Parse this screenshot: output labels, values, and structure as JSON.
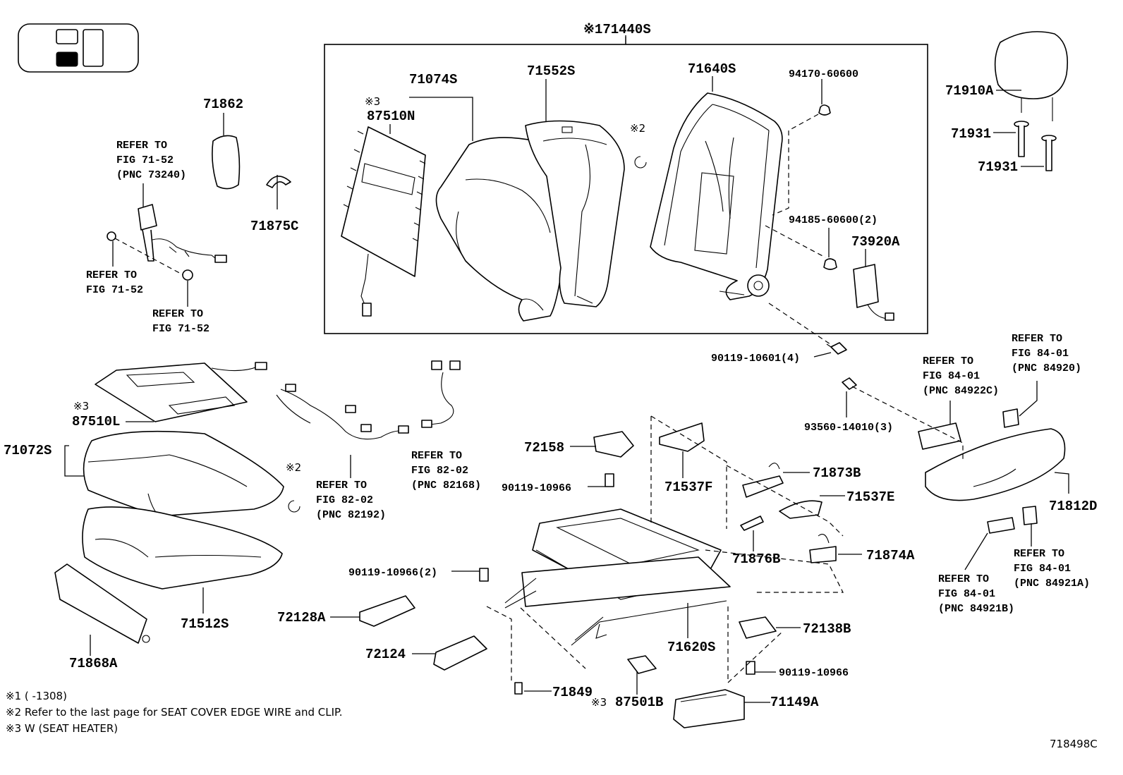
{
  "diagram": {
    "figure_code": "718498C",
    "assembly_label": "※171440S",
    "labels": {
      "p71074S": "71074S",
      "p71552S": "71552S",
      "p71640S": "71640S",
      "p94170": "94170-60600",
      "p87510N_mark": "※3",
      "p87510N": "87510N",
      "clip_mark_back": "※2",
      "p94185": "94185-60600(2)",
      "p73920A": "73920A",
      "p90119_10601": "90119-10601(4)",
      "p71862": "71862",
      "ref_belt_1": "REFER TO",
      "ref_belt_2": "FIG 71-52",
      "ref_belt_3": "(PNC 73240)",
      "p71875C": "71875C",
      "ref_a1": "REFER TO",
      "ref_a2": "FIG 71-52",
      "ref_b1": "REFER TO",
      "ref_b2": "FIG 71-52",
      "p71910A": "71910A",
      "p71931_a": "71931",
      "p71931_b": "71931",
      "p87510L_mark": "※3",
      "p87510L": "87510L",
      "p71072S": "71072S",
      "clip_mark_cushion": "※2",
      "ref_w1_1": "REFER TO",
      "ref_w1_2": "FIG 82-02",
      "ref_w1_3": "(PNC 82192)",
      "ref_w2_1": "REFER TO",
      "ref_w2_2": "FIG 82-02",
      "ref_w2_3": "(PNC 82168)",
      "p71512S": "71512S",
      "p71868A": "71868A",
      "p72158": "72158",
      "p90119_10966_a": "90119-10966",
      "p71537F": "71537F",
      "p71873B": "71873B",
      "p71537E": "71537E",
      "p71876B": "71876B",
      "p71874A": "71874A",
      "p90119_10966_2": "90119-10966(2)",
      "p72128A": "72128A",
      "p72124": "72124",
      "p71620S": "71620S",
      "p72138B": "72138B",
      "p90119_10966_b": "90119-10966",
      "p71849": "71849",
      "p87501B_mark": "※3",
      "p87501B": "87501B",
      "p71149A": "71149A",
      "p93560": "93560-14010(3)",
      "ref_c1_1": "REFER TO",
      "ref_c1_2": "FIG 84-01",
      "ref_c1_3": "(PNC 84922C)",
      "ref_c2_1": "REFER TO",
      "ref_c2_2": "FIG 84-01",
      "ref_c2_3": "(PNC 84920)",
      "p71812D": "71812D",
      "ref_c3_1": "REFER TO",
      "ref_c3_2": "FIG 84-01",
      "ref_c3_3": "(PNC 84921A)",
      "ref_c4_1": "REFER TO",
      "ref_c4_2": "FIG 84-01",
      "ref_c4_3": "(PNC 84921B)"
    },
    "notes": [
      "※1 (      -1308)",
      "※2 Refer to the last page for SEAT COVER EDGE WIRE and CLIP.",
      "※3 W (SEAT HEATER)"
    ]
  }
}
